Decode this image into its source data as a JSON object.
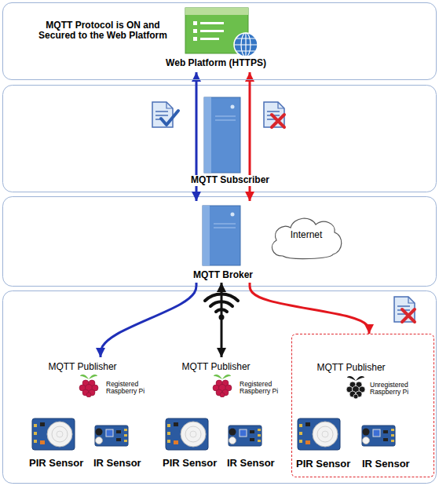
{
  "diagram": {
    "nodes": [
      {
        "text": [
          "MQTT Protocol is ON and Secured to the Web Platform"
        ]
      },
      {
        "text": [
          "Web Platform (HTTPS)"
        ],
        "in": 0
      },
      {
        "text": [
          "MQTT Subscriber"
        ]
      },
      {
        "text": [
          "MQTT Broker"
        ]
      },
      {
        "text": [
          "Internet"
        ]
      },
      {
        "text": [
          "MQTT Publisher",
          "Registered Raspberry Pi",
          "PIR Sensor",
          "IR Sensor"
        ]
      },
      {
        "text": [
          "MQTT Publisher",
          "Registered Raspberry Pi",
          "PIR Sensor",
          "IR Sensor"
        ]
      },
      {
        "text": [
          "MQTT Publisher",
          "Unregistered Raspberry Pi",
          "PIR Sensor",
          "IR Sensor"
        ]
      }
    ],
    "edges": [
      {
        "from": 1,
        "to": 3,
        "arrow": "both"
      },
      {
        "from": 3,
        "to": 5,
        "arrow": "to"
      },
      {
        "from": 3,
        "to": 6,
        "arrow": "both"
      },
      {
        "from": 1,
        "to": 3,
        "arrow": "both"
      },
      {
        "from": 3,
        "to": 7,
        "arrow": "to"
      }
    ]
  }
}
